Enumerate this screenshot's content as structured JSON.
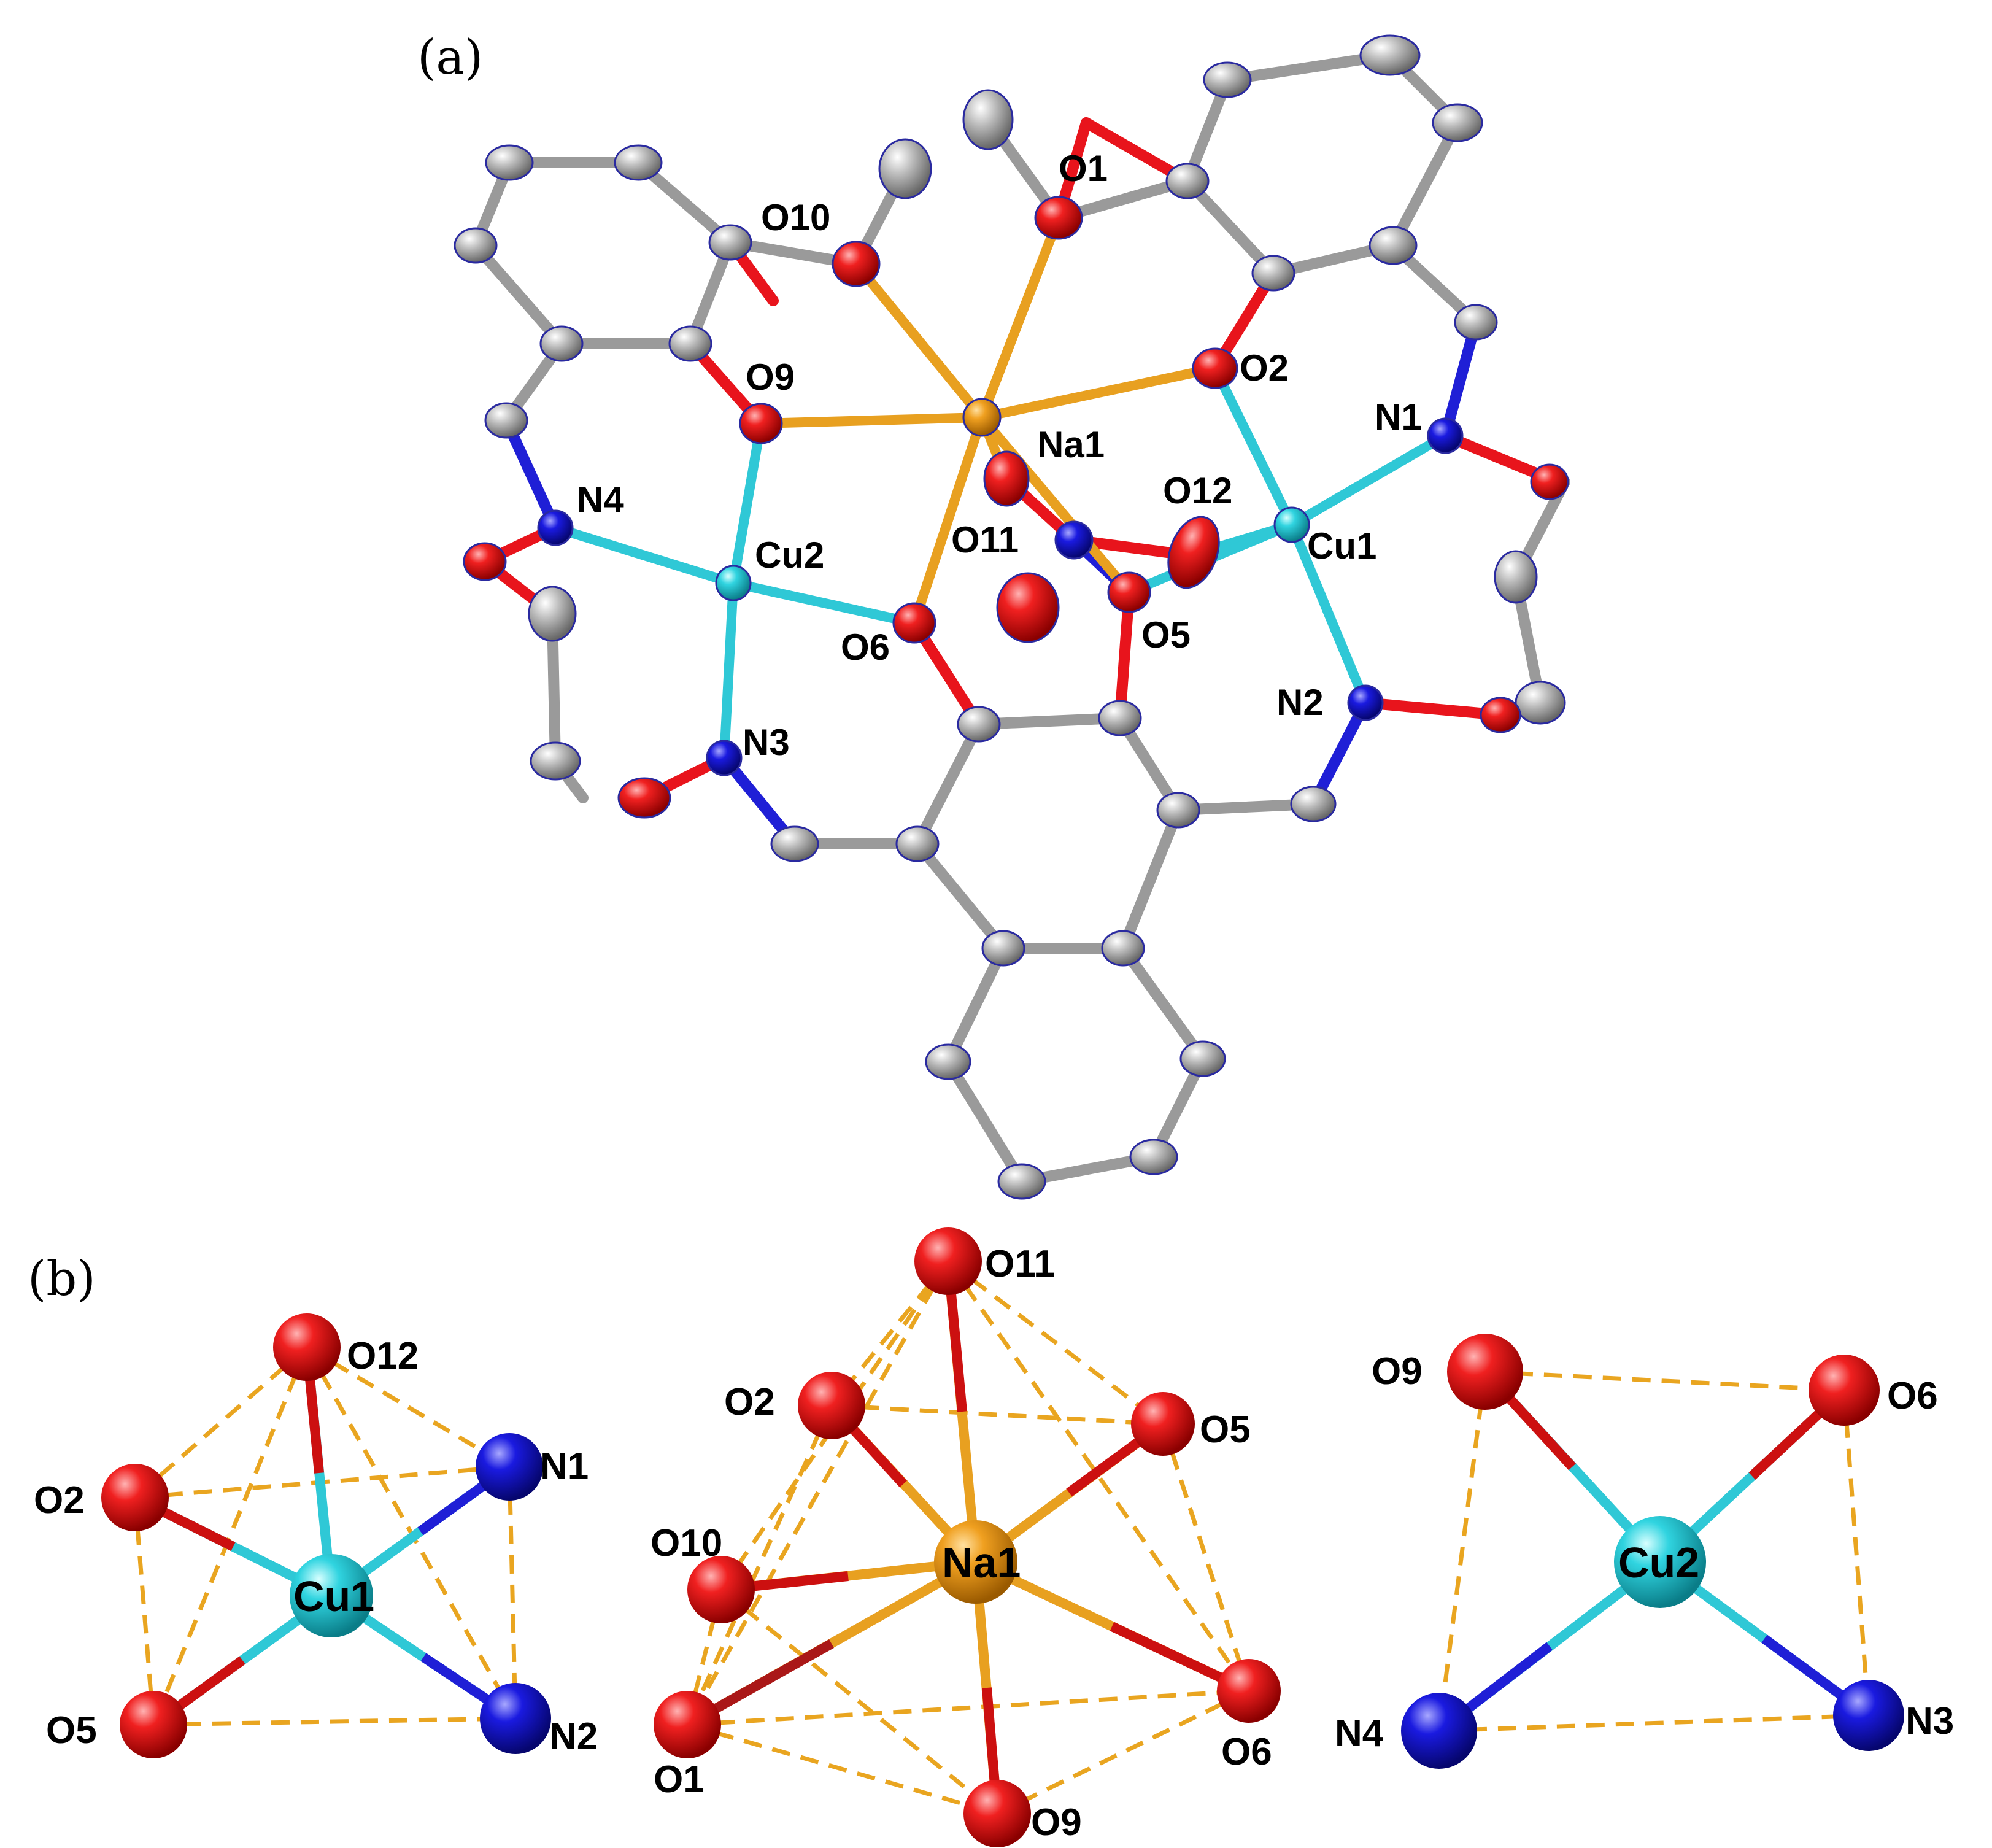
{
  "panels": {
    "a": {
      "label": "(a)"
    },
    "b": {
      "label": "(b)"
    }
  },
  "atom_labels_a": {
    "O1": "O1",
    "O2": "O2",
    "O5": "O5",
    "O6": "O6",
    "O9": "O9",
    "O10": "O10",
    "O11": "O11",
    "O12": "O12",
    "N1": "N1",
    "N2": "N2",
    "N3": "N3",
    "N4": "N4",
    "Na1": "Na1",
    "Cu1": "Cu1",
    "Cu2": "Cu2"
  },
  "atom_labels_b": {
    "cu1_poly": {
      "O12": "O12",
      "N1": "N1",
      "O2": "O2",
      "Cu1": "Cu1",
      "O5": "O5",
      "N2": "N2"
    },
    "na1_poly": {
      "O11": "O11",
      "O2": "O2",
      "O5": "O5",
      "O10": "O10",
      "Na1": "Na1",
      "O1": "O1",
      "O6": "O6",
      "O9": "O9"
    },
    "cu2_poly": {
      "O9": "O9",
      "O6": "O6",
      "Cu2": "Cu2",
      "N4": "N4",
      "N3": "N3"
    }
  },
  "colors": {
    "oxygen": "#e8141c",
    "nitrogen": "#1f1fd6",
    "copper": "#2fc8d6",
    "sodium": "#e89a1a",
    "carbon": "#9a9a9a",
    "polyhedron_edge": "#e9a520"
  }
}
